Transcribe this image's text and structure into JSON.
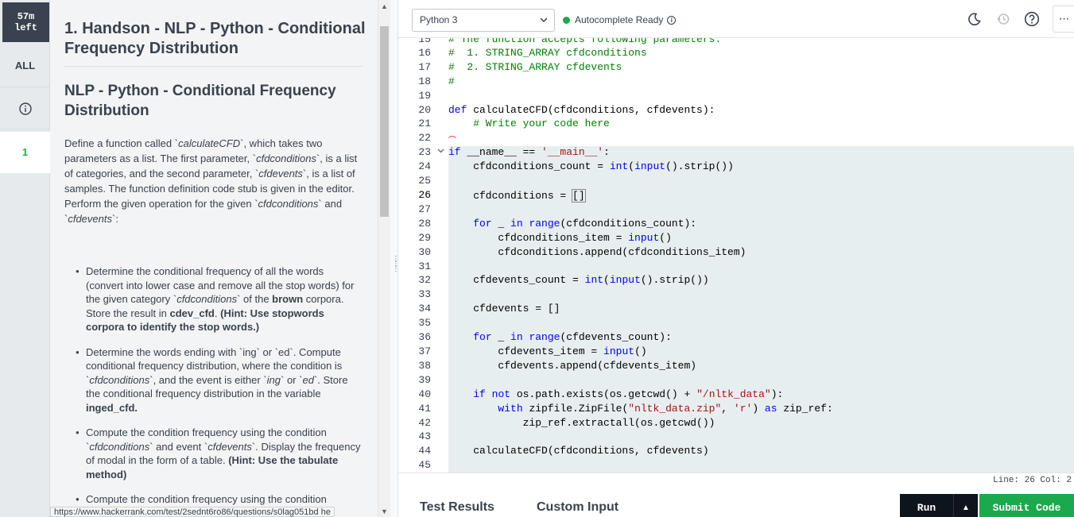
{
  "timer": {
    "value": "57m",
    "unit": "left"
  },
  "rail": {
    "all_label": "ALL",
    "question_number": "1"
  },
  "problem": {
    "title": "1. Handson - NLP - Python - Conditional Frequency Distribution",
    "subtitle": "NLP - Python - Conditional Frequency Distribution",
    "body": {
      "t1": "Define a function called `",
      "fn": "calculateCFD",
      "t2": "`, which takes two parameters as a list. The first parameter, `",
      "p1": "cfdconditions",
      "t3": "`, is a list of categories, and the second parameter, `",
      "p2": "cfdevents",
      "t4": "`, is a list of samples. The function definition code stub is given in the editor. Perform the given operation for the given `",
      "p3": "cfdconditions",
      "t5": "` and `",
      "p4": "cfdevents",
      "t6": "`:"
    },
    "bullets": [
      {
        "a": "Determine the conditional frequency of all the words (convert into lower case and remove all the stop words) for the given category `",
        "b": "cfdconditions",
        "c": "` of the ",
        "d": "brown",
        "e": " corpora. Store the result in ",
        "f": "cdev_cfd",
        "g": ". ",
        "h": "(Hint: Use stopwords corpora to identify the stop words.)"
      },
      {
        "a": "Determine the words ending with `ing` or `ed`. Compute conditional frequency distribution, where the condition is `",
        "b": "cfdconditions",
        "c": "`, and the event is either `",
        "d": "ing",
        "e": "` or `",
        "f": "ed",
        "g": "`. Store the conditional frequency distribution in the variable ",
        "h": "inged_cfd."
      },
      {
        "a": "Compute the condition frequency using the condition `",
        "b": "cfdconditions",
        "c": "` and event `",
        "d": "cfdevents",
        "e": "`. Display the frequency of modal in the form of a table. ",
        "f": "(Hint: Use the tabulate method)"
      },
      {
        "a": "Compute the condition frequency using the condition"
      }
    ],
    "status_url": "https://www.hackerrank.com/test/2sednt6ro86/questions/s0lag051bd",
    "status_tail": "he"
  },
  "editor": {
    "language": "Python 3",
    "autocomplete": "Autocomplete Ready",
    "line_numbers": [
      "15",
      "16",
      "17",
      "18",
      "19",
      "20",
      "21",
      "22",
      "23",
      "24",
      "25",
      "26",
      "27",
      "28",
      "29",
      "30",
      "31",
      "32",
      "33",
      "34",
      "35",
      "36",
      "37",
      "38",
      "39",
      "40",
      "41",
      "42",
      "43",
      "44",
      "45"
    ],
    "code": {
      "l15": "# The function accepts following parameters:",
      "l16": "#  1. STRING_ARRAY cfdconditions",
      "l17": "#  2. STRING_ARRAY cfdevents",
      "l18": "#",
      "l20a": "def",
      "l20b": " calculateCFD(cfdconditions, cfdevents):",
      "l21": "    # Write your code here",
      "l23a": "if",
      "l23b": " __name__ == ",
      "l23c": "'__main__'",
      "l23d": ":",
      "l24a": "    cfdconditions_count = ",
      "l24b": "int",
      "l24c": "(",
      "l24d": "input",
      "l24e": "().strip())",
      "l26a": "    cfdconditions = ",
      "l26b": "[]",
      "l28a": "    ",
      "l28b": "for",
      "l28c": " _ ",
      "l28d": "in",
      "l28e": " ",
      "l28f": "range",
      "l28g": "(cfdconditions_count):",
      "l29a": "        cfdconditions_item = ",
      "l29b": "input",
      "l29c": "()",
      "l30": "        cfdconditions.append(cfdconditions_item)",
      "l32a": "    cfdevents_count = ",
      "l32b": "int",
      "l32c": "(",
      "l32d": "input",
      "l32e": "().strip())",
      "l34": "    cfdevents = []",
      "l36a": "    ",
      "l36b": "for",
      "l36c": " _ ",
      "l36d": "in",
      "l36e": " ",
      "l36f": "range",
      "l36g": "(cfdevents_count):",
      "l37a": "        cfdevents_item = ",
      "l37b": "input",
      "l37c": "()",
      "l38": "        cfdevents.append(cfdevents_item)",
      "l40a": "    ",
      "l40b": "if",
      "l40c": " ",
      "l40d": "not",
      "l40e": " os.path.exists(os.getcwd() + ",
      "l40f": "\"/nltk_data\"",
      "l40g": "):",
      "l41a": "        ",
      "l41b": "with",
      "l41c": " zipfile.ZipFile(",
      "l41d": "\"nltk_data.zip\"",
      "l41e": ", ",
      "l41f": "'r'",
      "l41g": ") ",
      "l41h": "as",
      "l41i": " zip_ref:",
      "l42": "            zip_ref.extractall(os.getcwd())",
      "l44": "    calculateCFD(cfdconditions, cfdevents)"
    },
    "status_line": "Line: 26 Col: 2"
  },
  "bottom": {
    "test_results": "Test Results",
    "custom_input": "Custom Input",
    "run": "Run",
    "submit": "Submit Code"
  }
}
